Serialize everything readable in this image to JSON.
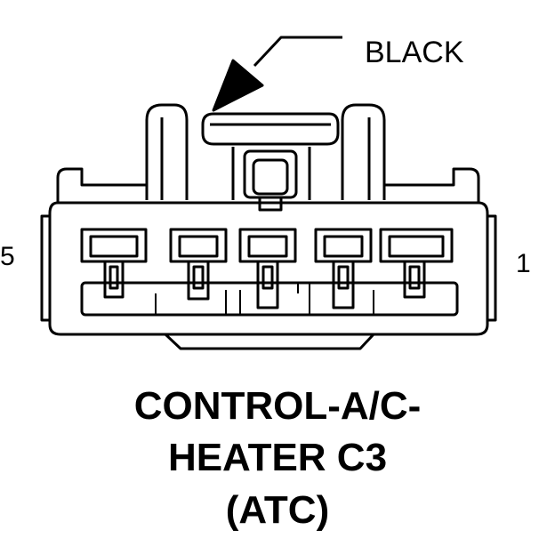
{
  "callout": {
    "color": "BLACK"
  },
  "pins": {
    "left": "5",
    "right": "1"
  },
  "title": {
    "line1": "CONTROL-A/C-",
    "line2": "HEATER C3",
    "line3": "(ATC)"
  },
  "colors": {
    "ink": "#000000",
    "paper": "#ffffff"
  }
}
